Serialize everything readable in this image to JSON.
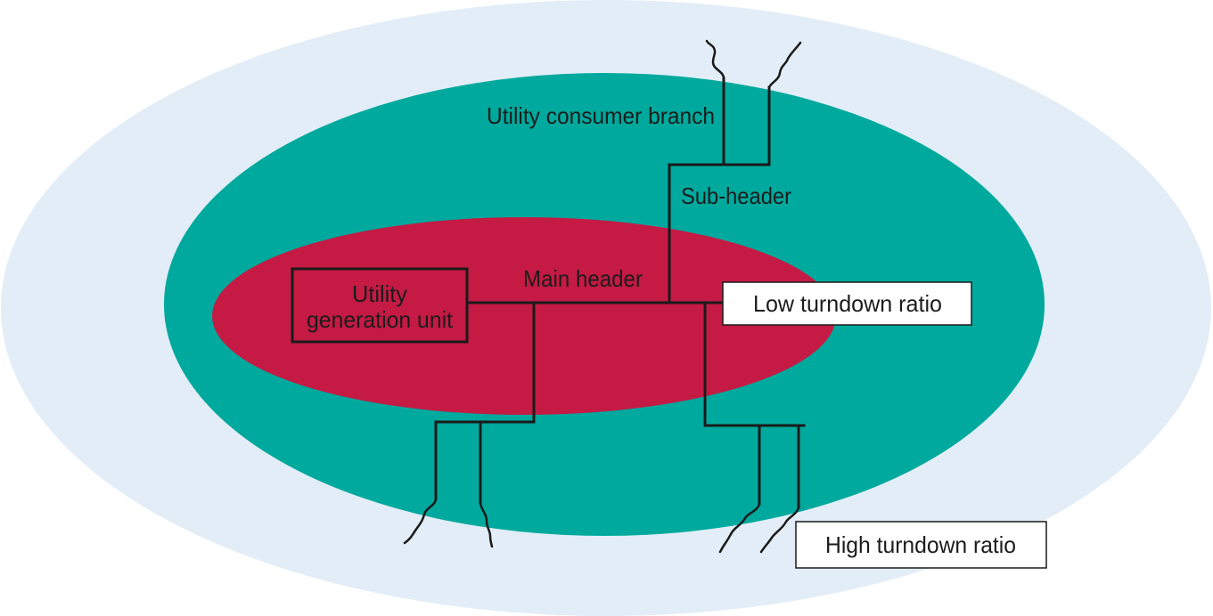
{
  "colors": {
    "outer_zone": "#e2edf7",
    "middle_zone": "#00a99d",
    "inner_zone": "#c41a44",
    "pipe": "#1a1a1a",
    "label_box": "#ffffff"
  },
  "labels": {
    "utility_line1": "Utility",
    "utility_line2": "generation unit",
    "main_header": "Main header",
    "sub_header": "Sub-header",
    "consumer_branch": "Utility consumer branch",
    "low_turndown": "Low turndown ratio",
    "high_turndown": "High turndown ratio"
  }
}
